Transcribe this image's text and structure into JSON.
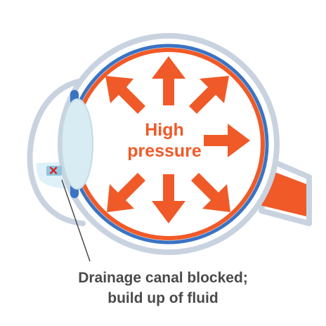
{
  "diagram": {
    "center_label": {
      "line1": "High",
      "line2": "pressure"
    },
    "caption": {
      "line1": "Drainage canal blocked;",
      "line2": "build up of fluid"
    },
    "blocked_mark": "×",
    "colors": {
      "pressure_orange": "#f05a28",
      "inner_blue": "#3a73c4",
      "sclera_outline": "#c9d3e0",
      "lens_fill": "#d7ecf3",
      "text_dark": "#4a4a4a",
      "blocked_red": "#e02020"
    }
  }
}
